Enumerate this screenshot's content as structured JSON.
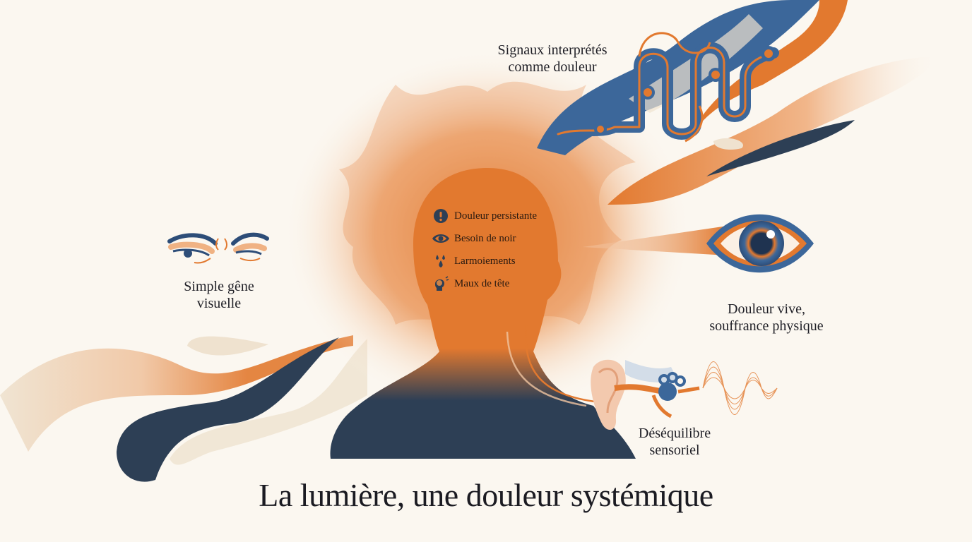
{
  "title": "La lumière, une douleur systémique",
  "colors": {
    "background": "#fbf7f0",
    "orange": "#e2792f",
    "navy": "#2d3f55",
    "blue": "#3c679a",
    "beige": "#efe2cf",
    "text": "#1f1f26"
  },
  "center_head": {
    "symptoms": [
      {
        "icon": "exclamation-icon",
        "label": "Douleur persistante"
      },
      {
        "icon": "eye-icon",
        "label": "Besoin de noir"
      },
      {
        "icon": "tear-drops-icon",
        "label": "Larmoiements"
      },
      {
        "icon": "head-brain-icon",
        "label": "Maux de tête"
      }
    ]
  },
  "callouts": {
    "left": {
      "icon": "squinting-eyes-icon",
      "line1": "Simple gêne",
      "line2": "visuelle"
    },
    "top_right": {
      "icon": "nerve-signal-icon",
      "line1": "Signaux interprétés",
      "line2": "comme douleur"
    },
    "right": {
      "icon": "eye-icon",
      "line1": "Douleur vive,",
      "line2": "souffrance physique"
    },
    "bottom_right": {
      "icon": "inner-ear-icon",
      "line1": "Déséquilibre",
      "line2": "sensoriel"
    }
  }
}
